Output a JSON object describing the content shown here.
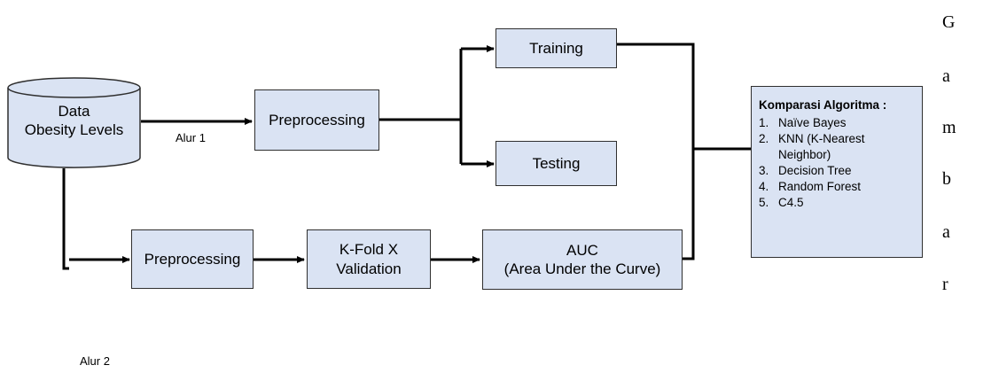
{
  "database": {
    "line1": "Data",
    "line2": "Obesity Levels"
  },
  "flow1": {
    "label": "Alur 1",
    "preprocessing": "Preprocessing",
    "training": "Training",
    "testing": "Testing"
  },
  "flow2": {
    "label": "Alur 2",
    "preprocessing": "Preprocessing",
    "kfold_line1": "K-Fold X",
    "kfold_line2": "Validation",
    "auc_line1": "AUC",
    "auc_line2": "(Area Under the Curve)"
  },
  "algorithms": {
    "title": "Komparasi Algoritma :",
    "items": [
      {
        "num": "1.",
        "lines": [
          "Naïve Bayes"
        ]
      },
      {
        "num": "2.",
        "lines": [
          "KNN (K-Nearest",
          "Neighbor)"
        ]
      },
      {
        "num": "3.",
        "lines": [
          "Decision Tree"
        ]
      },
      {
        "num": "4.",
        "lines": [
          "Random Forest"
        ]
      },
      {
        "num": "5.",
        "lines": [
          "C4.5"
        ]
      }
    ]
  },
  "side_caption": [
    "G",
    "a",
    "m",
    "b",
    "a",
    "r"
  ],
  "colors": {
    "box_fill": "#dae3f3",
    "border": "#2f2f2f",
    "line": "#000000"
  }
}
